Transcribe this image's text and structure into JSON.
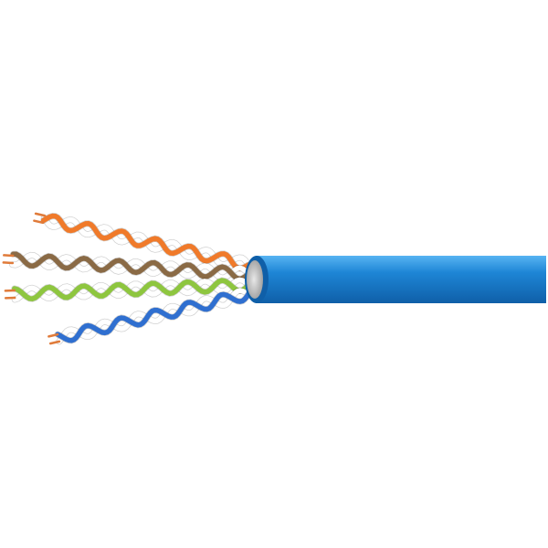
{
  "image": {
    "subject": "twisted-pair-network-cable",
    "background_color": "#ffffff"
  },
  "jacket": {
    "color": "#1e86d6",
    "highlight": "#57b3f2",
    "shadow": "#0f5fa8"
  },
  "pairs": [
    {
      "name": "orange-pair",
      "color": "#f07a2a",
      "stripe": "#ffffff"
    },
    {
      "name": "brown-pair",
      "color": "#8a6a45",
      "stripe": "#ffffff"
    },
    {
      "name": "green-pair",
      "color": "#8ec63f",
      "stripe": "#ffffff"
    },
    {
      "name": "blue-pair",
      "color": "#2f6fd0",
      "stripe": "#ffffff"
    }
  ],
  "conductor_color": "#e07b3a"
}
